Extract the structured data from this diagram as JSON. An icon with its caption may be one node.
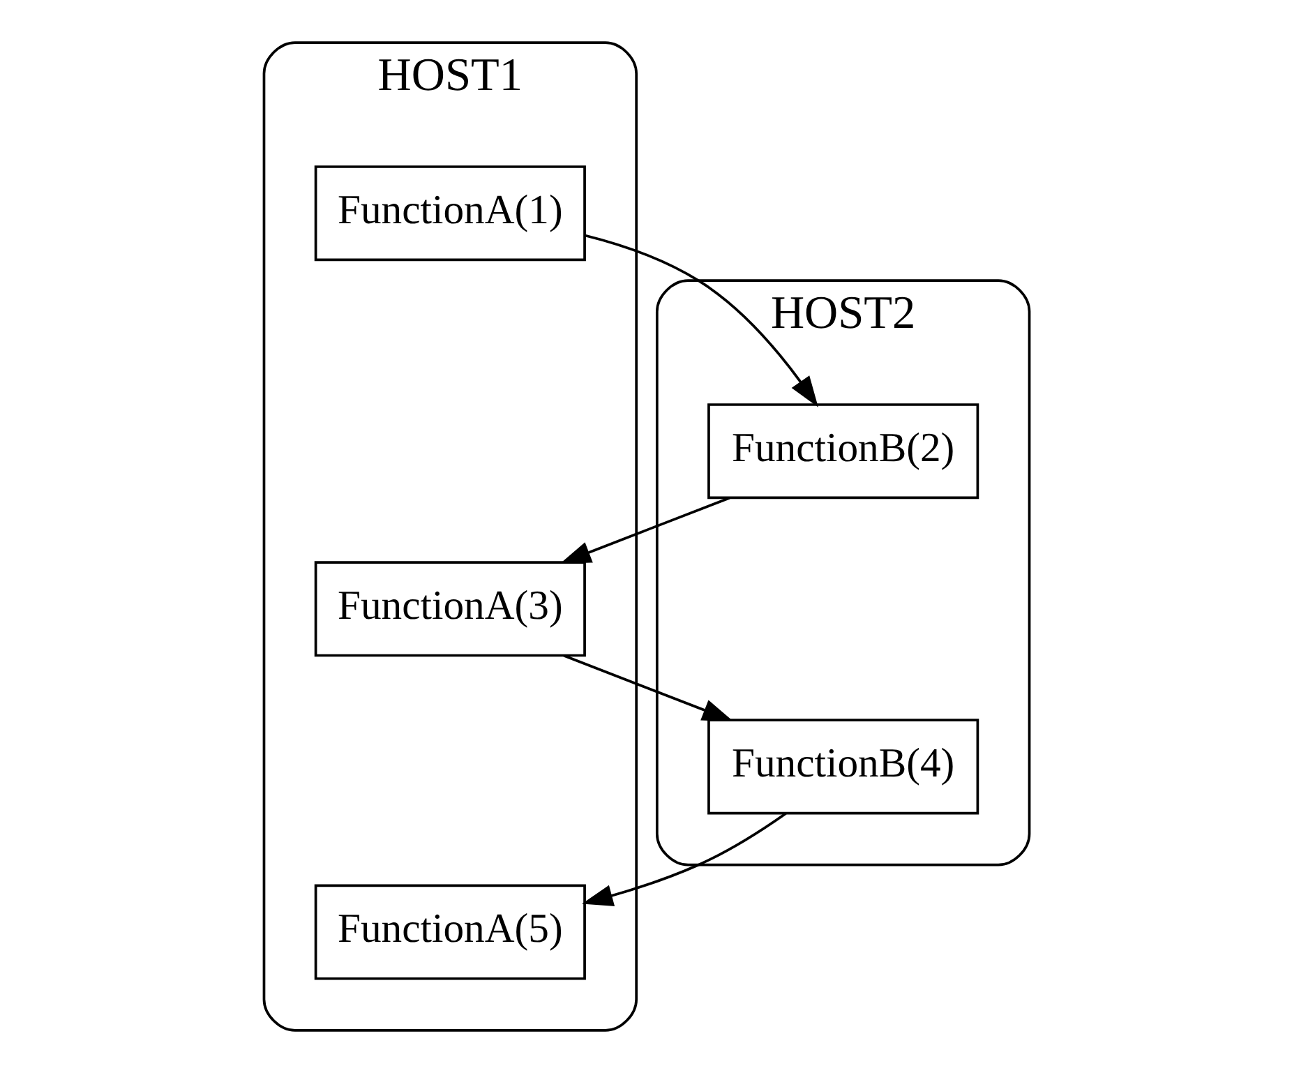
{
  "diagram": {
    "nodes": [
      {
        "text": [
          "HOST1"
        ]
      },
      {
        "text": [
          "HOST2"
        ]
      },
      {
        "text": [
          "FunctionA(1)"
        ],
        "in": 0
      },
      {
        "text": [
          "FunctionB(2)"
        ],
        "in": 1
      },
      {
        "text": [
          "FunctionA(3)"
        ],
        "in": 0
      },
      {
        "text": [
          "FunctionB(4)"
        ],
        "in": 1
      },
      {
        "text": [
          "FunctionA(5)"
        ],
        "in": 0
      }
    ],
    "edges": [
      {
        "from": 2,
        "to": 3,
        "arrow": "to"
      },
      {
        "from": 3,
        "to": 4,
        "arrow": "to"
      },
      {
        "from": 4,
        "to": 5,
        "arrow": "to"
      },
      {
        "from": 5,
        "to": 6,
        "arrow": "to"
      }
    ]
  }
}
